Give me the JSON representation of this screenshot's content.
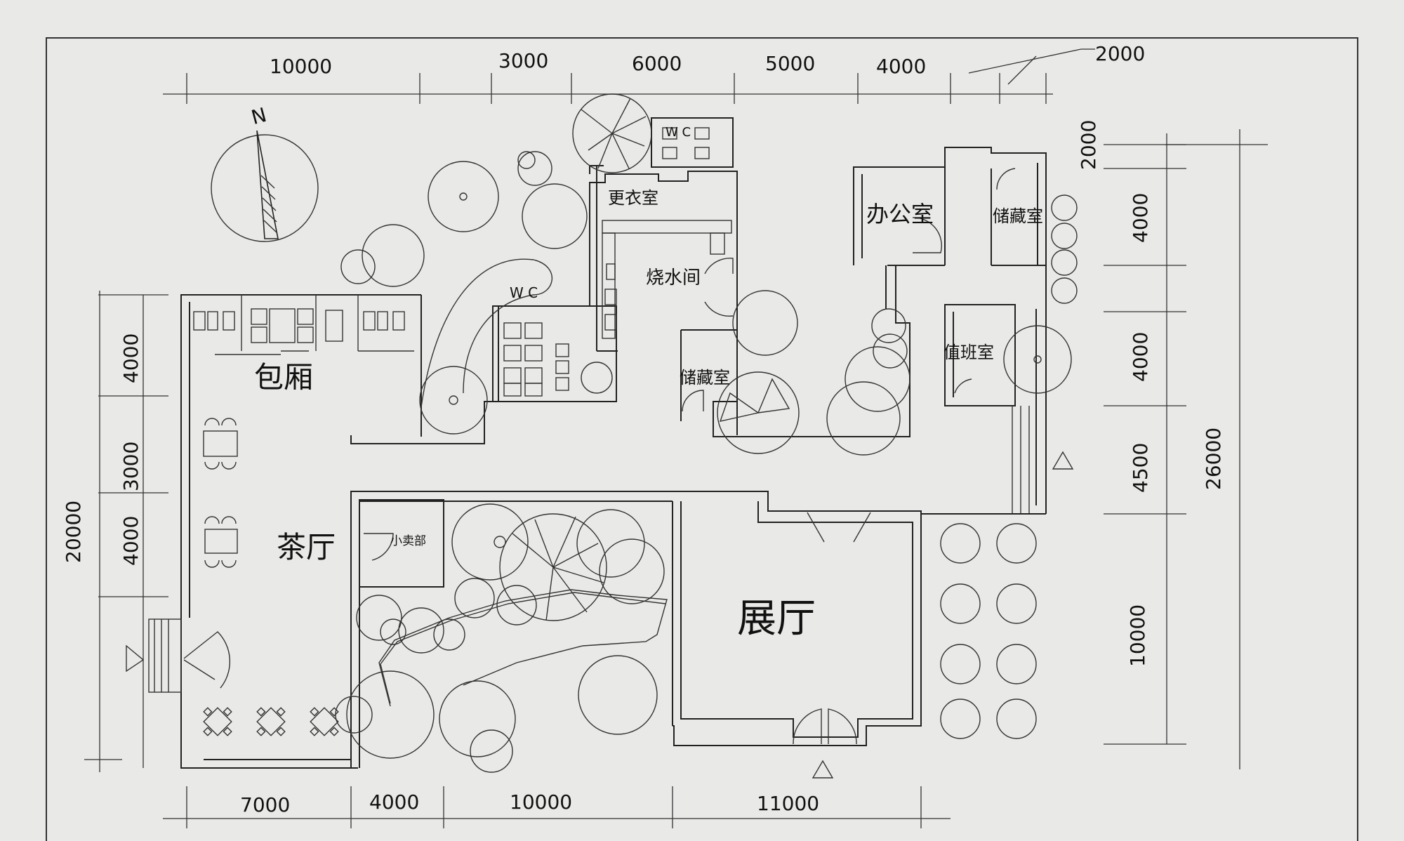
{
  "rooms": {
    "baoxiang": "包厢",
    "chating": "茶厅",
    "xiaomaibu": "小卖部",
    "zhanting": "展厅",
    "gengyishi": "更衣室",
    "shaoshuijian": "烧水间",
    "chucangshi_1": "储藏室",
    "bangongshi": "办公室",
    "chucangshi_2": "储藏室",
    "zhibanshi": "值班室",
    "wc_1": "W C",
    "wc_2": "W C"
  },
  "north_label": "N",
  "dimensions": {
    "top": [
      "10000",
      "3000",
      "6000",
      "5000",
      "4000",
      "2000"
    ],
    "bottom": [
      "7000",
      "4000",
      "10000",
      "11000"
    ],
    "left_inner": [
      "4000",
      "3000",
      "4000"
    ],
    "left_outer": "20000",
    "right_inner": [
      "2000",
      "4000",
      "4000",
      "4500",
      "10000"
    ],
    "right_outer": "26000"
  },
  "colors": {
    "paper": "#e9e9e7",
    "ink": "#222222"
  }
}
